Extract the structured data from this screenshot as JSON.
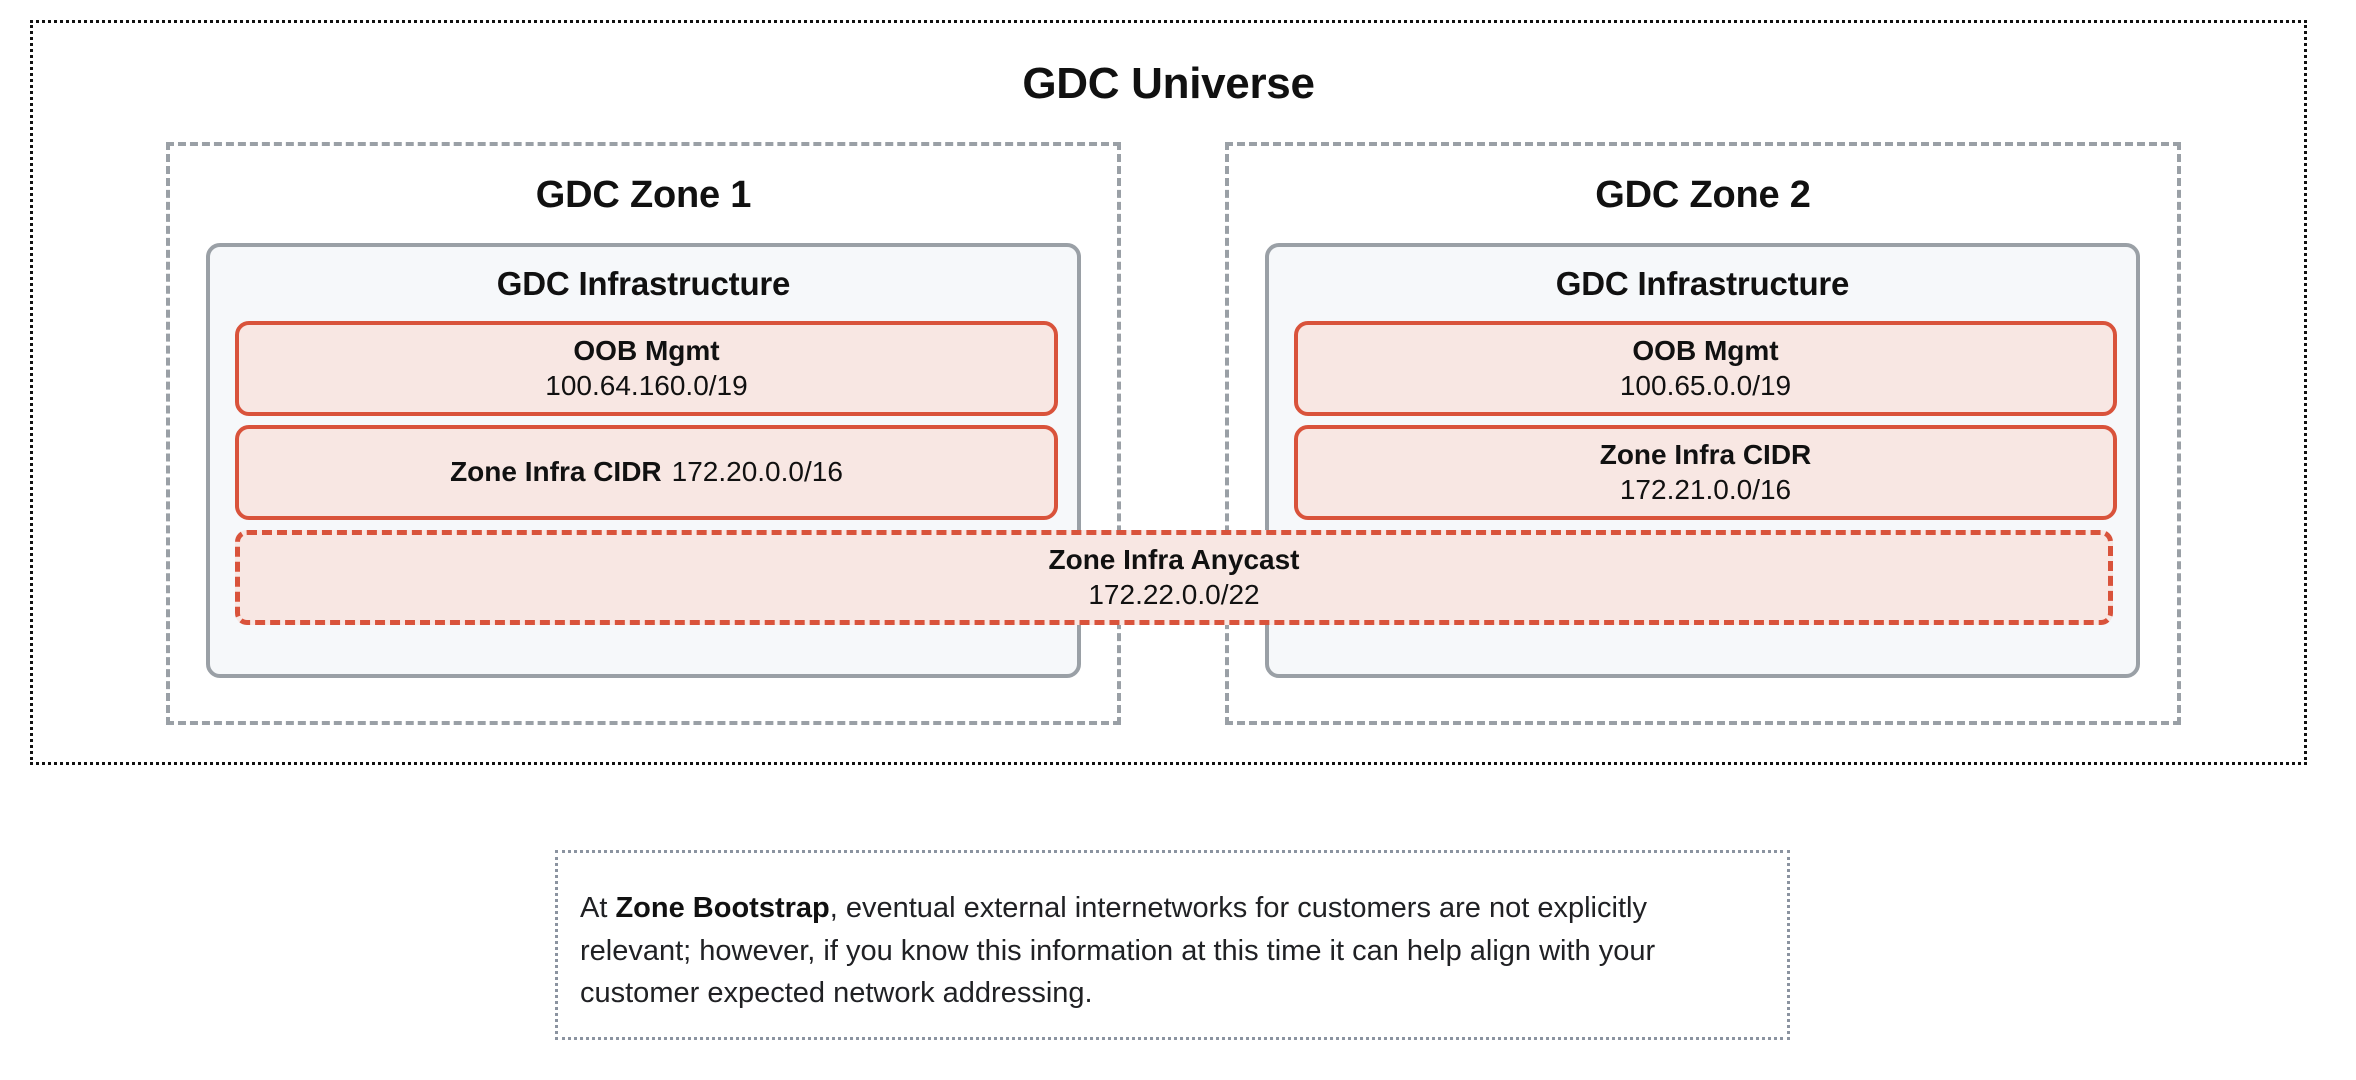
{
  "universe": {
    "title": "GDC Universe"
  },
  "zones": [
    {
      "title": "GDC Zone 1",
      "infrastructure": {
        "title": "GDC Infrastructure",
        "cidrs": [
          {
            "label": "OOB Mgmt",
            "value": "100.64.160.0/19",
            "layout": "stacked",
            "style": "solid"
          },
          {
            "label": "Zone Infra CIDR",
            "value": "172.20.0.0/16",
            "layout": "inline",
            "style": "solid"
          }
        ]
      }
    },
    {
      "title": "GDC Zone 2",
      "infrastructure": {
        "title": "GDC Infrastructure",
        "cidrs": [
          {
            "label": "OOB Mgmt",
            "value": "100.65.0.0/19",
            "layout": "stacked",
            "style": "solid"
          },
          {
            "label": "Zone Infra CIDR",
            "value": "172.21.0.0/16",
            "layout": "stacked",
            "style": "solid"
          }
        ]
      }
    }
  ],
  "anycast": {
    "label": "Zone Infra Anycast",
    "value": "172.22.0.0/22",
    "style": "dashed"
  },
  "note": {
    "prefix": "At ",
    "bold": "Zone Bootstrap",
    "suffix": ", eventual external internetworks for customers are not explicitly relevant; however, if you know this information at this time it can help align with your customer expected network addressing."
  },
  "colors": {
    "universe_border": "#111111",
    "zone_border": "#9aa0a6",
    "infra_border": "#9aa0a6",
    "infra_fill": "#f6f8fa",
    "cidr_border": "#d9533b",
    "cidr_fill": "#f8e7e3",
    "note_border": "#8b93a0",
    "text": "#111111"
  }
}
